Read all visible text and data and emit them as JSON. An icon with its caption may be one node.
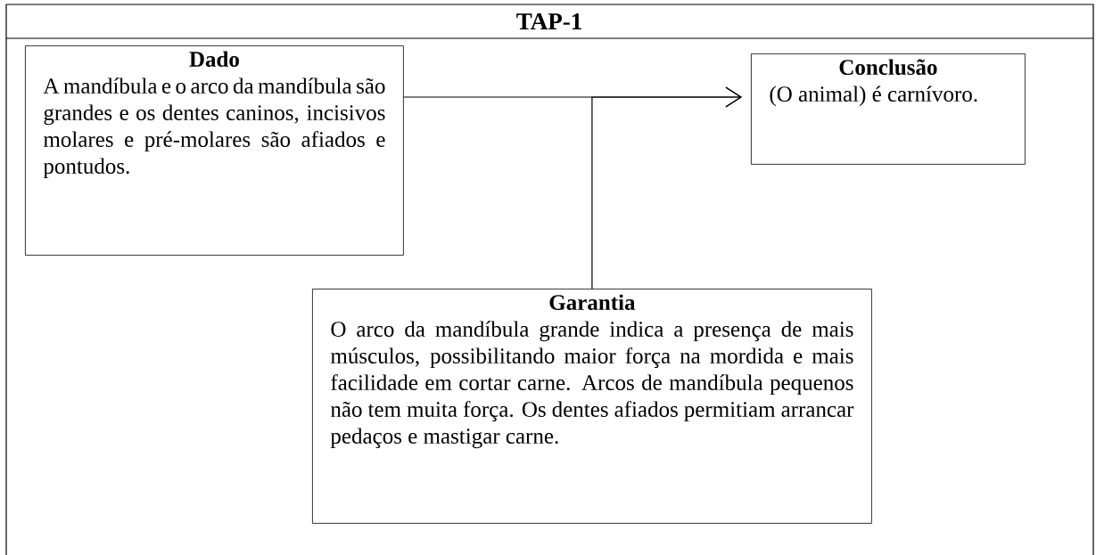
{
  "diagram": {
    "title": "TAP-1",
    "nodes": [
      {
        "text": [
          "Dado",
          "A mandíbula e o arco da mandíbula são grandes e os dentes caninos, incisivos molares e pré-molares são afiados e pontudos."
        ]
      },
      {
        "text": [
          "Conclusão",
          "(O animal) é carnívoro."
        ]
      },
      {
        "text": [
          "Garantia",
          "O arco da mandíbula grande indica a presença de mais músculos, possibilitando maior força na mordida e mais facilidade em cortar carne. Arcos de mandíbula pequenos não tem muita força. Os dentes afiados permitiam arrancar pedaços e mastigar carne."
        ]
      }
    ],
    "edges": [
      {
        "from": 0,
        "to": 1,
        "arrow": "to"
      },
      {
        "from": 2,
        "to": 1,
        "arrow": "to"
      }
    ]
  }
}
